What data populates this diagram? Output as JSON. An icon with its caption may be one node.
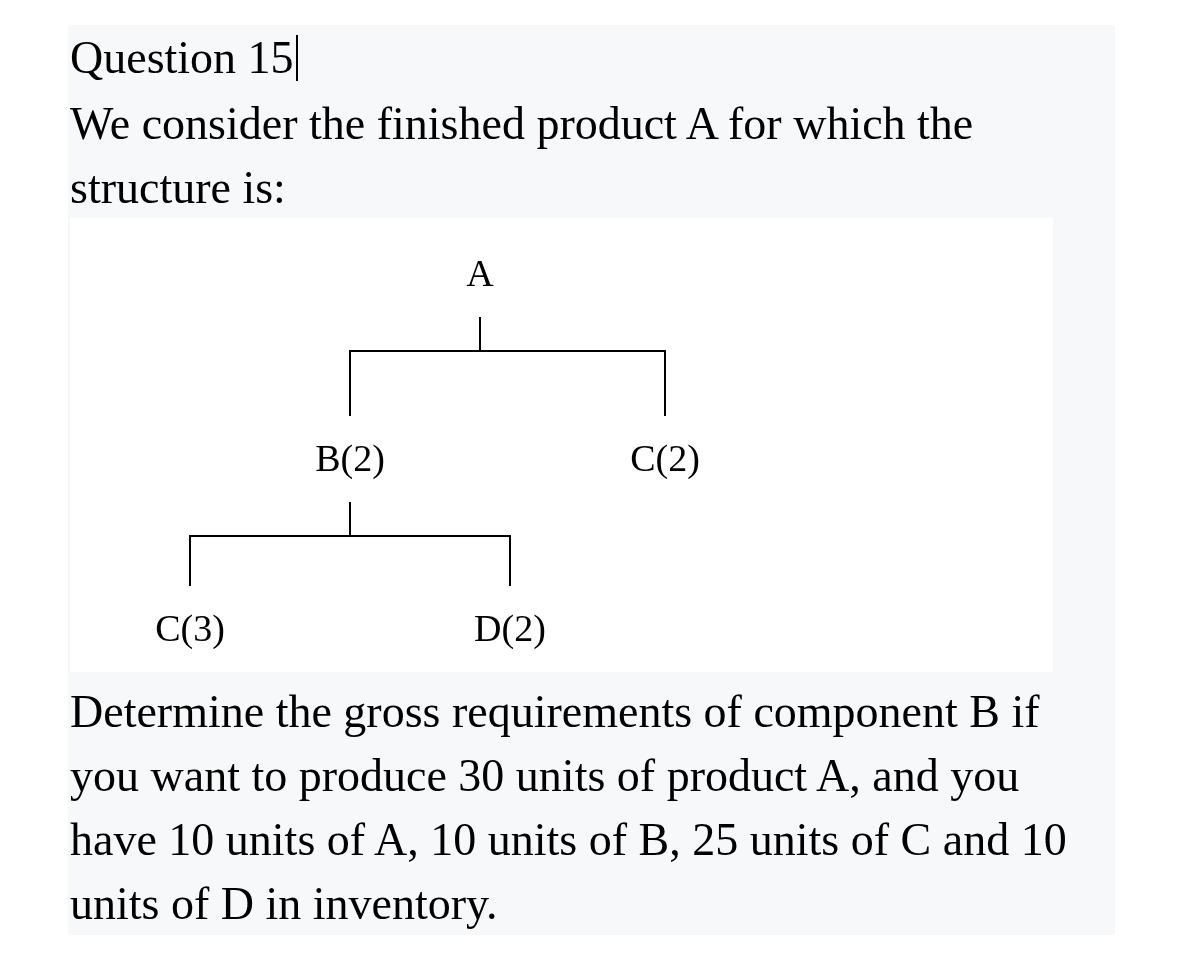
{
  "diagram": {
    "title": "Question 15",
    "nodes": [
      {
        "text": [
          "A"
        ]
      },
      {
        "text": [
          "B(2)"
        ]
      },
      {
        "text": [
          "C(2)"
        ]
      },
      {
        "text": [
          "C(3)"
        ]
      },
      {
        "text": [
          "D(2)"
        ]
      }
    ],
    "edges": [
      {
        "from": 0,
        "to": 1,
        "arrow": "none"
      },
      {
        "from": 0,
        "to": 2,
        "arrow": "none"
      },
      {
        "from": 1,
        "to": 3,
        "arrow": "none"
      },
      {
        "from": 1,
        "to": 4,
        "arrow": "none"
      }
    ],
    "labels": [
      "We consider the finished product A for which the structure is:",
      "Determine the gross requirements of component B if you want to produce 30 units of product A, and you have 10 units of A, 10 units of B, 25 units of C and 10 units of D in inventory."
    ]
  }
}
